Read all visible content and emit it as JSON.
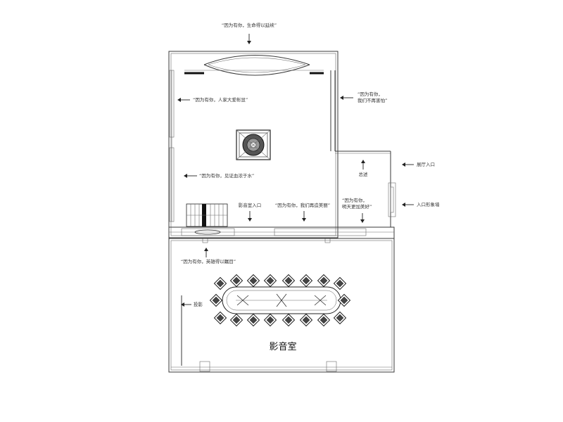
{
  "labels": {
    "top": "“因为有你，生命得以延续”",
    "left_upper": "“因为有你，人家大爱彰显”",
    "left_lower": "“因为有你，见证血浓于水”",
    "right_upper_1": "“因为有你，",
    "right_upper_2": "我们不再害怕”",
    "summary": "总述",
    "exhibit_entrance": "展厅入口",
    "entrance_wall": "入口形象墙",
    "av_room_entrance": "影音室入口",
    "middle": "“因为有你，我们再造美丽”",
    "right_lower_1": "“因为有你，",
    "right_lower_2": "明天更加美好”",
    "hero": "“因为有你，英雄得以瞩目”",
    "projection": "投影",
    "room_name": "影音室"
  }
}
